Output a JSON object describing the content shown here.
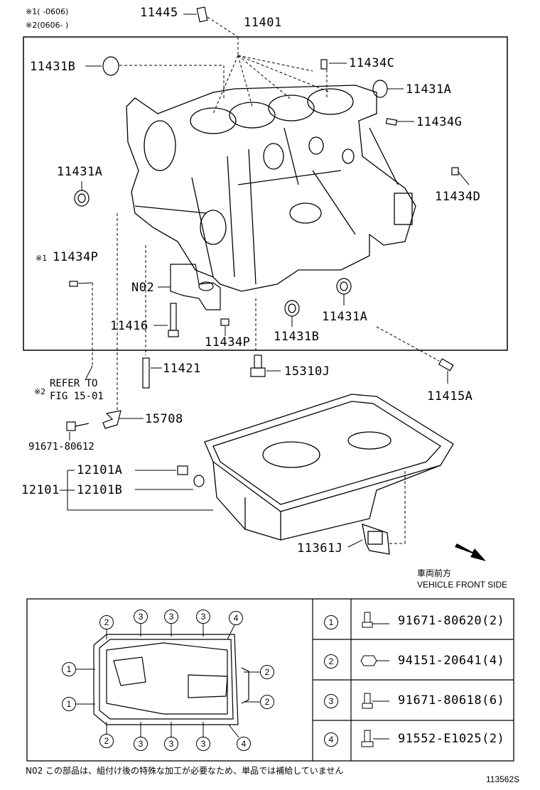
{
  "notes": {
    "note1": "※1(   -0606)",
    "note2": "※2(0606-   )"
  },
  "labels": {
    "p11445": "11445",
    "p11401": "11401",
    "p11431B_top": "11431B",
    "p11434C": "11434C",
    "p11431A_top": "11431A",
    "p11434G": "11434G",
    "p11431A_left": "11431A",
    "p11434D": "11434D",
    "p11434P_left": "11434P",
    "p11434P_left_mark": "※1",
    "pN02": "N02",
    "p11416": "11416",
    "p11431A_bottom": "11431A",
    "p11434P_bottom": "11434P",
    "p11431B_bottom": "11431B",
    "p11421": "11421",
    "p15310J": "15310J",
    "p11415A": "11415A",
    "refer_mark": "※2",
    "refer_line1": "REFER TO",
    "refer_line2": "FIG 15-01",
    "p15708": "15708",
    "p91671_80612": "91671-80612",
    "p12101A": "12101A",
    "p12101": "12101",
    "p12101B": "12101B",
    "p11361J": "11361J"
  },
  "direction": {
    "jp": "車両前方",
    "en": "VEHICLE FRONT SIDE"
  },
  "bolt_table": [
    {
      "key": "1",
      "part": "91671-80620(2)"
    },
    {
      "key": "2",
      "part": "94151-20641(4)"
    },
    {
      "key": "3",
      "part": "91671-80618(6)"
    },
    {
      "key": "4",
      "part": "91552-E1025(2)"
    }
  ],
  "bolt_map": {
    "top": [
      "2",
      "3",
      "3",
      "3",
      "4"
    ],
    "left": [
      "1",
      "1"
    ],
    "right": [
      "2",
      "2"
    ],
    "bottom": [
      "2",
      "3",
      "3",
      "3",
      "4"
    ]
  },
  "footnote": "N02 この部品は、組付け後の特殊な加工が必要なため、単品では補給していません",
  "figure_id": "113562S"
}
